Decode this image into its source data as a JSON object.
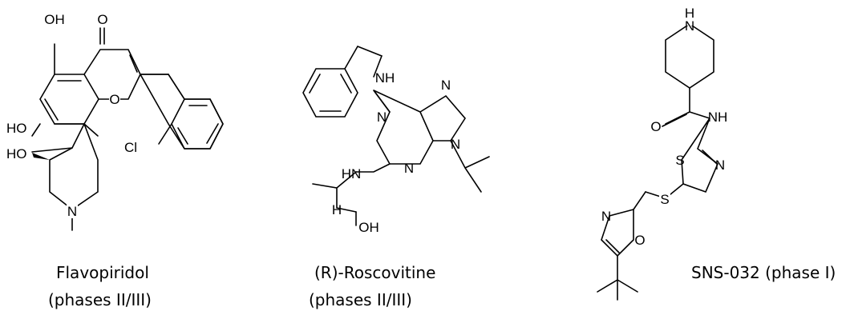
{
  "molecules": [
    {
      "id": "flavopiridol",
      "caption": [
        "Flavopiridol",
        "(phases II/III)"
      ],
      "atoms": {
        "oh_top": "OH",
        "o_keto": "O",
        "ho_left": "HO",
        "ho_pip": "HO",
        "o_ring": "O",
        "cl": "Cl",
        "n_pip": "N"
      }
    },
    {
      "id": "roscovitine",
      "caption": [
        "(R)-Roscovitine",
        "(phases II/III)"
      ],
      "atoms": {
        "nh_top": "NH",
        "n7": "N",
        "n1": "N",
        "n3": "N",
        "n9": "N",
        "hn": "HN",
        "h": "H",
        "oh": "OH"
      }
    },
    {
      "id": "sns032",
      "caption": [
        "SNS-032 (phase I)"
      ],
      "atoms": {
        "hn_top": "H",
        "n_pip": "N",
        "o_amide": "O",
        "nh_amide": "NH",
        "s_thiazole": "S",
        "n_thiazole": "N",
        "s_linker": "S",
        "n_oxazole": "N",
        "o_oxazole": "O"
      }
    }
  ]
}
